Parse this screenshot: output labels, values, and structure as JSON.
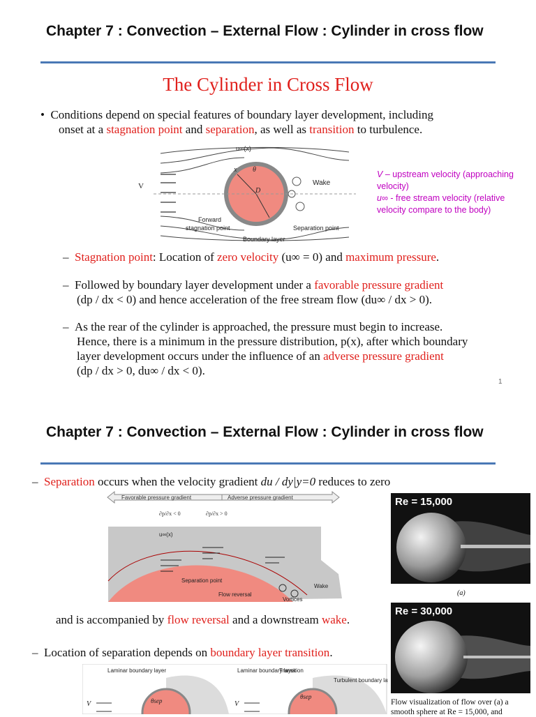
{
  "slide1": {
    "header": "Chapter 7  : Convection – External Flow : Cylinder in cross flow",
    "title": "The Cylinder in Cross Flow",
    "bullet_intro": {
      "p1": "Conditions depend on special features of boundary layer development, including",
      "p2": "onset at a ",
      "r1": "stagnation point",
      "p3": " and ",
      "r2": "separation",
      "p4": ", as well as ",
      "r3": "transition",
      "p5": " to turbulence."
    },
    "diagram": {
      "u_inf_label": "u∞(x)",
      "x_label": "x",
      "theta_label": "θ",
      "d_label": "D",
      "v_label": "V",
      "wake_label": "Wake",
      "forward_label_1": "Forward",
      "forward_label_2": "stagnation point",
      "separation_label": "Separation point",
      "boundary_label": "Boundary layer"
    },
    "side_note": {
      "v_sym": "V",
      "v_text": " – upstream velocity (approaching velocity)",
      "u_sym": "u∞",
      "u_text": " - free stream velocity (relative velocity compare to the body)"
    },
    "b1": {
      "r1": "Stagnation point",
      "p1": ":  Location of ",
      "r2": "zero velocity",
      "p2": " (u∞ = 0) and ",
      "r3": "maximum pressure",
      "p3": "."
    },
    "b2": {
      "p1": "Followed by boundary layer development under a ",
      "r1": "favorable pressure gradient",
      "p2": "(dp / dx < 0) and hence acceleration of the free stream flow (du∞ / dx > 0)."
    },
    "b3": {
      "p1": "As the rear of the cylinder is approached, the pressure must begin to increase.",
      "p2": "Hence, there is a minimum in the pressure distribution, p(x), after which boundary",
      "p3": "layer development occurs under the influence of an ",
      "r1": "adverse pressure gradient",
      "p4": "(dp / dx > 0, du∞ / dx < 0)."
    },
    "page_number": "1"
  },
  "slide2": {
    "header": "Chapter 7  : Convection – External Flow : Cylinder in cross flow",
    "sep": {
      "r1": "Separation",
      "p1": " occurs when the velocity gradient ",
      "math": "du / dy|y=0",
      "p2": " reduces to zero"
    },
    "diagram": {
      "favorable": "Favorable pressure gradient",
      "adverse": "Adverse pressure gradient",
      "dpdx_neg": "∂p/∂x < 0",
      "dpdx_pos": "∂p/∂x > 0",
      "u_inf": "u∞(x)",
      "separation_point": "Separation point",
      "flow_reversal": "Flow reversal",
      "vortices": "Vortices",
      "wake": "Wake"
    },
    "accompanied": {
      "p1": "and is accompanied by ",
      "r1": "flow reversal",
      "p2": " and a downstream ",
      "r2": "wake",
      "p3": "."
    },
    "location": {
      "p1": "Location of separation depends on ",
      "r1": "boundary layer transition",
      "p2": "."
    },
    "bottom_diagram": {
      "laminar1": "Laminar boundary layer",
      "laminar2": "Laminar boundary layer",
      "transition": "Transition",
      "turbulent": "Turbulent boundary layer",
      "theta_sep": "θsep",
      "v": "V"
    },
    "photo1_label": "Re = 15,000",
    "photo2_label": "Re = 30,000",
    "photo_caption_a": "(a)",
    "caption": "Flow visualization of flow over (a) a smooth sphere at Re = 15,000, and"
  }
}
